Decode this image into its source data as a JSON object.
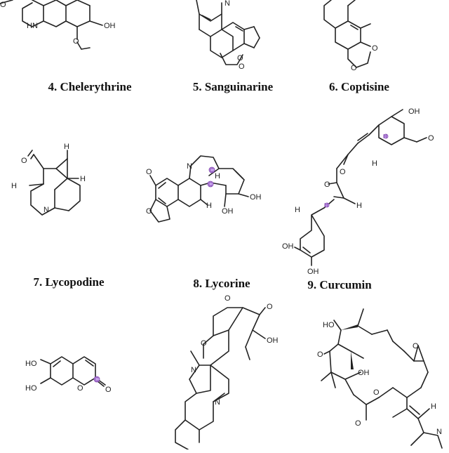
{
  "compounds": [
    {
      "label": "4. Chelerythrine"
    },
    {
      "label": "5. Sanguinarine"
    },
    {
      "label": "6. Coptisine"
    },
    {
      "label": "7. Lycopodine"
    },
    {
      "label": "8. Lycorine"
    },
    {
      "label": "9. Curcumin"
    }
  ],
  "atoms": {
    "ch_HN": "HN",
    "ch_OH": "OH",
    "ch_O": "O",
    "sa_N": "N",
    "sa_O1": "O",
    "sa_O2": "O",
    "co_O1": "O",
    "co_O2": "O",
    "ly_O": "O",
    "ly_H1": "H",
    "ly_H2": "H",
    "ly_H3": "H",
    "ly_N": "N",
    "lc_N": "N",
    "lc_H1": "H",
    "lc_H2": "H",
    "lc_C1": "C",
    "lc_C2": "C",
    "lc_OH1": "OH",
    "lc_OH2": "OH",
    "lc_O1": "O",
    "lc_O2": "O",
    "cu_OH1": "OH",
    "cu_O1": "O",
    "cu_O2": "O",
    "cu_O3": "O",
    "cu_H1": "H",
    "cu_H2": "H",
    "cu_H3": "H",
    "cu_Hp1": "H",
    "cu_Hp2": "H",
    "cu_OH2": "OH",
    "cu_OH3": "OH",
    "es_HO1": "HO",
    "es_HO2": "HO",
    "es_O1": "O",
    "es_C": "C",
    "es_O2": "O",
    "ca_O1": "O",
    "ca_O2": "O",
    "ca_O3": "O",
    "ca_OH": "OH",
    "ca_N1": "N",
    "ca_N2": "N",
    "ep_HO": "HO",
    "ep_O1": "O",
    "ep_O2": "O",
    "ep_O3": "O",
    "ep_O4": "O",
    "ep_OH": "OH",
    "ep_H": "H",
    "ep_N": "N"
  }
}
